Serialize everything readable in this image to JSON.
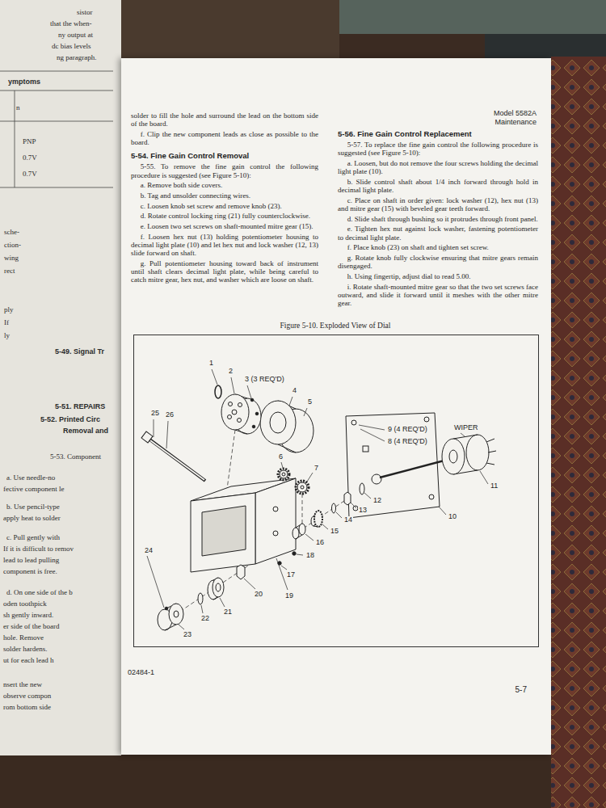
{
  "diagram": {
    "caption": "Figure 5-10. Exploded View of Dial",
    "labels": [
      "sistor",
      "that the when-",
      "ny output at",
      "dc bias levels",
      "ng paragraph.",
      "ymptoms",
      "n",
      "PNP",
      "0.7V",
      "0.7V",
      "sche-",
      "ction-",
      "wing",
      "rect",
      "ply",
      "If",
      "ly",
      "5-49. Signal Tr",
      "5-51. REPAIRS",
      "5-52. Printed Circ",
      "Removal and",
      "5-53. Component",
      "a. Use needle-no",
      "fective component le",
      "b. Use pencil-type",
      "apply heat to solder",
      "c. Pull gently with",
      "If it is difficult to remov",
      "lead to lead pulling",
      "component is free.",
      "d. On one side of the b",
      "oden toothpick",
      "sh gently inward.",
      "er side of the board",
      "hole. Remove",
      "solder hardens.",
      "ut for each lead h",
      "nsert the new",
      "observe compon",
      "rom bottom side",
      "Model 5582A",
      "Maintenance",
      "solder to fill the hole and surround the lead on the bottom side of the board.",
      "f. Clip the new component leads as close as possible to the board.",
      "5-54. Fine Gain Control Removal",
      "5-55. To remove the fine gain control the following procedure is suggested (see Figure 5-10):",
      "a. Remove both side covers.",
      "b. Tag and unsolder connecting wires.",
      "c. Loosen knob set screw and remove knob (23).",
      "d. Rotate control locking ring (21) fully counterclockwise.",
      "e. Loosen two set screws on shaft-mounted mitre gear (15).",
      "f. Loosen hex nut (13) holding potentiometer housing to decimal light plate (10) and let hex nut and lock washer (12, 13) slide forward on shaft.",
      "g. Pull potentiometer housing toward back of instrument until shaft clears decimal light plate, while being careful to catch mitre gear, hex nut, and washer which are loose on shaft.",
      "5-56. Fine Gain Control Replacement",
      "5-57. To replace the fine gain control the following procedure is suggested (see Figure 5-10):",
      "a. Loosen, but do not remove the four screws holding the decimal light plate (10).",
      "b. Slide control shaft about 1/4 inch forward through hold in decimal light plate.",
      "c. Place on shaft in order given: lock washer (12), hex nut (13) and mitre gear (15) with beveled gear teeth forward.",
      "d. Slide shaft through bushing so it protrudes through front panel.",
      "e. Tighten hex nut against lock washer, fastening potentiometer to decimal light plate.",
      "f. Place knob (23) on shaft and tighten set screw.",
      "g. Rotate knob fully clockwise ensuring that mitre gears remain disengaged.",
      "h. Using fingertip, adjust dial to read 5.00.",
      "i. Rotate shaft-mounted mitre gear so that the two set screws face outward, and slide it forward until it meshes with the other mitre gear.",
      "1",
      "2",
      "3 (3 REQ'D)",
      "4",
      "5",
      "6",
      "7",
      "9 (4 REQ'D)",
      "8 (4 REQ'D)",
      "WIPER",
      "10",
      "11",
      "12",
      "13",
      "14",
      "15",
      "16",
      "17",
      "18",
      "19",
      "20",
      "21",
      "22",
      "23",
      "24",
      "25",
      "26",
      "02484-1",
      "5-7"
    ]
  }
}
